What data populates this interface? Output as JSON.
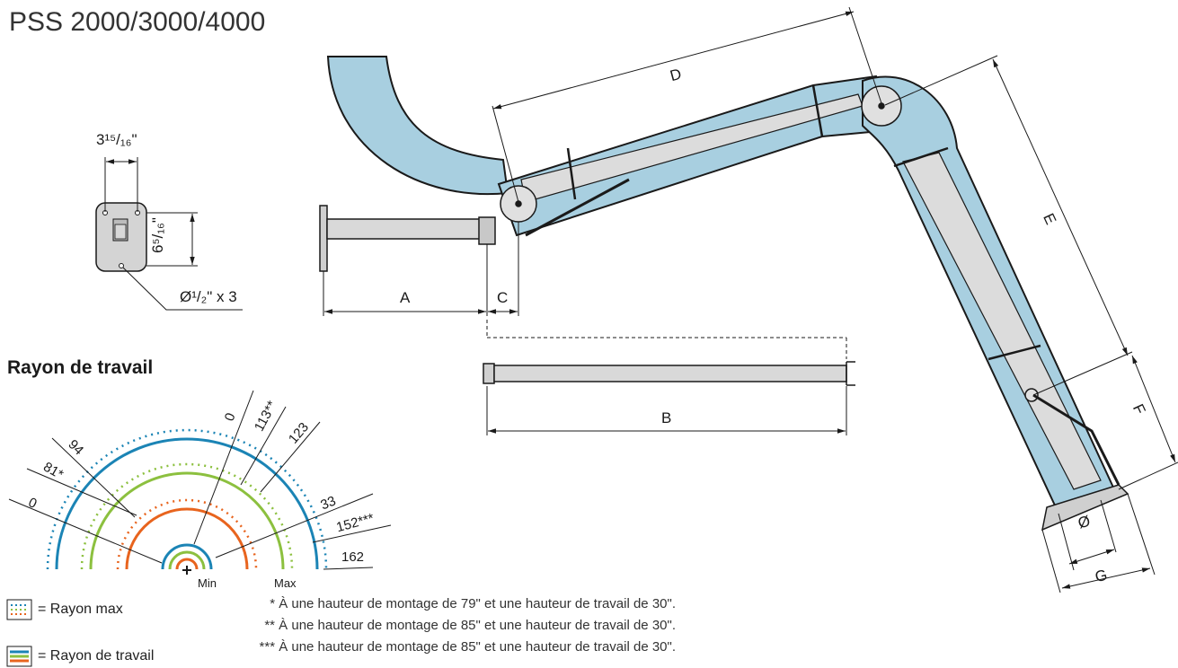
{
  "title": "PSS 2000/3000/4000",
  "mount_plate": {
    "width_label": "3¹⁵/₁₆\"",
    "height_label": "6⁵/₁₆\"",
    "hole_label": "Ø¹/₂\" x 3"
  },
  "arm_dimensions": {
    "a": "A",
    "b": "B",
    "c": "C",
    "d": "D",
    "e": "E",
    "f": "F",
    "g": "G",
    "diameter": "Ø"
  },
  "working_radius": {
    "heading": "Rayon de travail",
    "values": [
      "0",
      "81*",
      "94",
      "0",
      "113**",
      "123",
      "33",
      "152***",
      "162"
    ],
    "min_label": "Min",
    "max_label": "Max",
    "colors": {
      "blue": "#1b84b5",
      "green": "#8cc03f",
      "orange": "#e8641e"
    }
  },
  "legend": {
    "max_radius": "= Rayon max",
    "working_radius": "= Rayon de travail"
  },
  "footnotes": [
    "*  À une hauteur de montage de 79\" et une hauteur de travail de 30\".",
    "**  À une hauteur de montage de 85\" et une hauteur de travail de 30\".",
    "***  À une hauteur de montage de 85\" et une hauteur de travail de 30\"."
  ],
  "colors": {
    "tube": "#a8cfe0",
    "arm": "#dcdcdc",
    "line": "#1a1a1a"
  }
}
